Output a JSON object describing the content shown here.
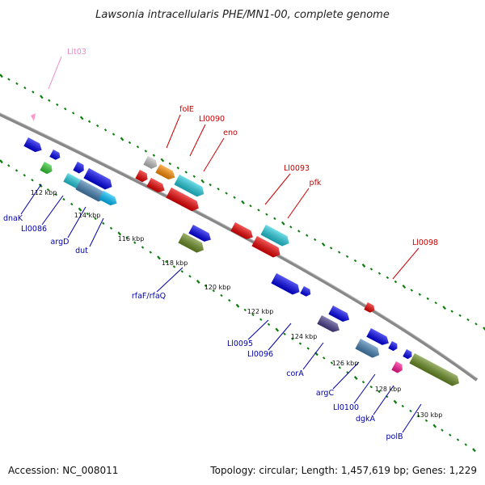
{
  "title": "Lawsonia intracellularis PHE/MN1-00, complete genome",
  "accession": "Accession: NC_008011",
  "topology": "Topology: circular; Length: 1,457,619 bp; Genes: 1,229",
  "colors": {
    "forward_label": "#cc0000",
    "reverse_label": "#0000aa",
    "rna_label": "#ee88cc",
    "backbone": "#888888",
    "ticks": "#0a7d0a"
  },
  "tick_labels": [
    "112 kbp",
    "114 kbp",
    "116 kbp",
    "118 kbp",
    "120 kbp",
    "122 kbp",
    "124 kbp",
    "126 kbp",
    "128 kbp",
    "130 kbp"
  ],
  "forward_labels": [
    "folE",
    "Ll0090",
    "eno",
    "Ll0093",
    "pfk",
    "Ll0098"
  ],
  "reverse_labels": [
    "dnaK",
    "Ll0086",
    "argD",
    "dut",
    "rfaF/rfaQ",
    "Ll0095",
    "Ll0096",
    "corA",
    "argC",
    "Ll0100",
    "dgkA",
    "polB"
  ],
  "rna_labels": [
    "Llt03"
  ],
  "genes": [
    {
      "strand": "rna",
      "lane": 0,
      "color": "#ff99cc"
    },
    {
      "strand": "reverse",
      "lane": 1,
      "color": "#0000ee"
    },
    {
      "strand": "reverse",
      "lane": 2,
      "color": "#0000ee"
    },
    {
      "strand": "reverse",
      "lane": 3,
      "color": "#33cc33"
    },
    {
      "strand": "reverse",
      "lane": 1,
      "color": "#0000ee"
    },
    {
      "strand": "reverse",
      "lane": 2,
      "color": "#0000ee"
    },
    {
      "strand": "reverse",
      "lane": 3,
      "color": "#22ccdd"
    },
    {
      "strand": "reverse",
      "lane": 4,
      "color": "#4682b4"
    },
    {
      "strand": "reverse",
      "lane": 5,
      "color": "#00bfff"
    },
    {
      "strand": "forward",
      "lane": 1,
      "color": "#c0c0c0"
    },
    {
      "strand": "forward",
      "lane": 1,
      "color": "#ff8c00"
    },
    {
      "strand": "forward",
      "lane": 1,
      "color": "#22ccdd"
    },
    {
      "strand": "forward",
      "lane": 2,
      "color": "#ee0000"
    },
    {
      "strand": "forward",
      "lane": 2,
      "color": "#ee0000"
    },
    {
      "strand": "forward",
      "lane": 3,
      "color": "#ee0000"
    },
    {
      "strand": "reverse",
      "lane": 1,
      "color": "#0000ee"
    },
    {
      "strand": "reverse",
      "lane": 2,
      "color": "#6b8e23"
    },
    {
      "strand": "forward",
      "lane": 1,
      "color": "#ee0000"
    },
    {
      "strand": "forward",
      "lane": 1,
      "color": "#22ccdd"
    },
    {
      "strand": "forward",
      "lane": 2,
      "color": "#ee0000"
    },
    {
      "strand": "reverse",
      "lane": 1,
      "color": "#0000ee"
    },
    {
      "strand": "reverse",
      "lane": 1,
      "color": "#0000ee"
    },
    {
      "strand": "reverse",
      "lane": 2,
      "color": "#483d8b"
    },
    {
      "strand": "forward",
      "lane": 1,
      "color": "#ee0000"
    },
    {
      "strand": "reverse",
      "lane": 1,
      "color": "#0000ee"
    },
    {
      "strand": "reverse",
      "lane": 2,
      "color": "#0000ee"
    },
    {
      "strand": "reverse",
      "lane": 3,
      "color": "#4682b4"
    },
    {
      "strand": "reverse",
      "lane": 1,
      "color": "#0000ee"
    },
    {
      "strand": "reverse",
      "lane": 2,
      "color": "#0000ee"
    },
    {
      "strand": "reverse",
      "lane": 3,
      "color": "#6b8e23"
    },
    {
      "strand": "reverse",
      "lane": 4,
      "color": "#ff1493"
    }
  ]
}
